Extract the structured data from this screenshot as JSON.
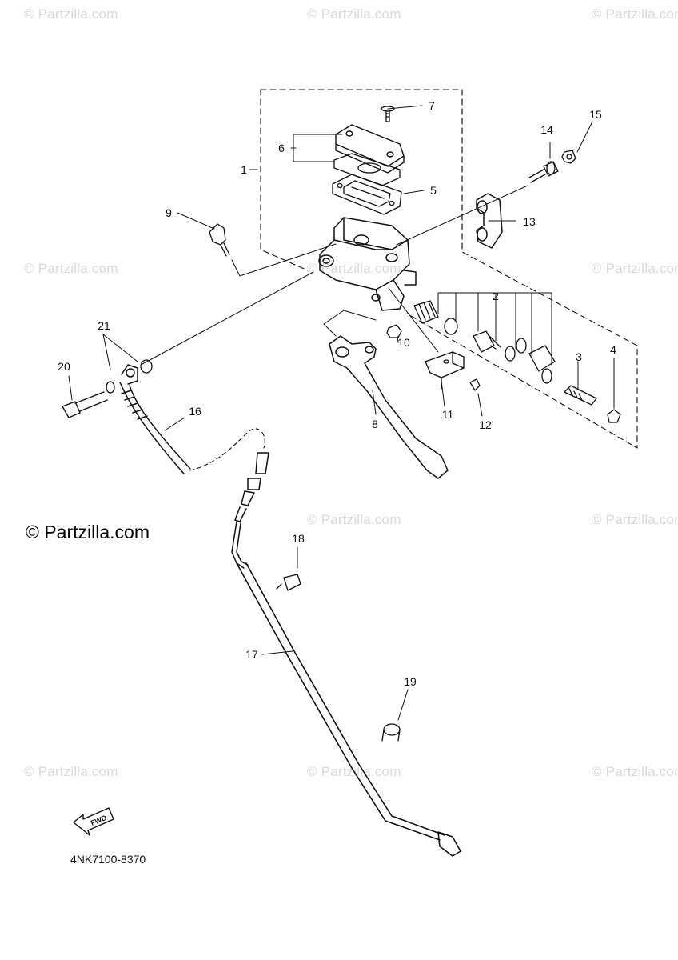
{
  "watermark": {
    "text": "© Partzilla.com"
  },
  "diagram": {
    "drawing_code": "4NK7100-8370",
    "fwd_label": "FWD",
    "callouts": [
      "1",
      "2",
      "3",
      "4",
      "5",
      "6",
      "7",
      "8",
      "9",
      "10",
      "11",
      "12",
      "13",
      "14",
      "15",
      "16",
      "17",
      "18",
      "19",
      "20",
      "21"
    ]
  }
}
